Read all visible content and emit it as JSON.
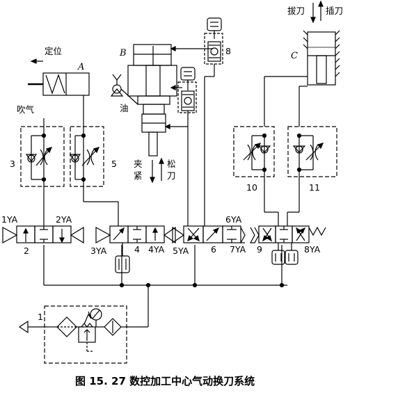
{
  "figure": {
    "caption": "图 15. 27    数控加工中心气动换刀系统"
  },
  "labels": {
    "locate": "定位",
    "blow": "吹气",
    "oil": "油",
    "clamp_a": "夹",
    "clamp_b": "紧",
    "loosen_a": "松",
    "loosen_b": "刀",
    "pull_tool": "拔刀",
    "insert_tool": "插刀"
  },
  "cylinders": {
    "A": "A",
    "B": "B",
    "C": "C"
  },
  "components": {
    "n1": "1",
    "n2": "2",
    "n3": "3",
    "n4": "4",
    "n5": "5",
    "n6": "6",
    "n8": "8",
    "n9": "9",
    "n10": "10",
    "n11": "11"
  },
  "solenoids": {
    "ya1": "1YA",
    "ya2": "2YA",
    "ya3": "3YA",
    "ya4": "4YA",
    "ya5": "5YA",
    "ya6": "6YA",
    "ya7": "7YA",
    "ya8": "8YA"
  },
  "colors": {
    "ink": "#000000",
    "background": "#ffffff"
  }
}
